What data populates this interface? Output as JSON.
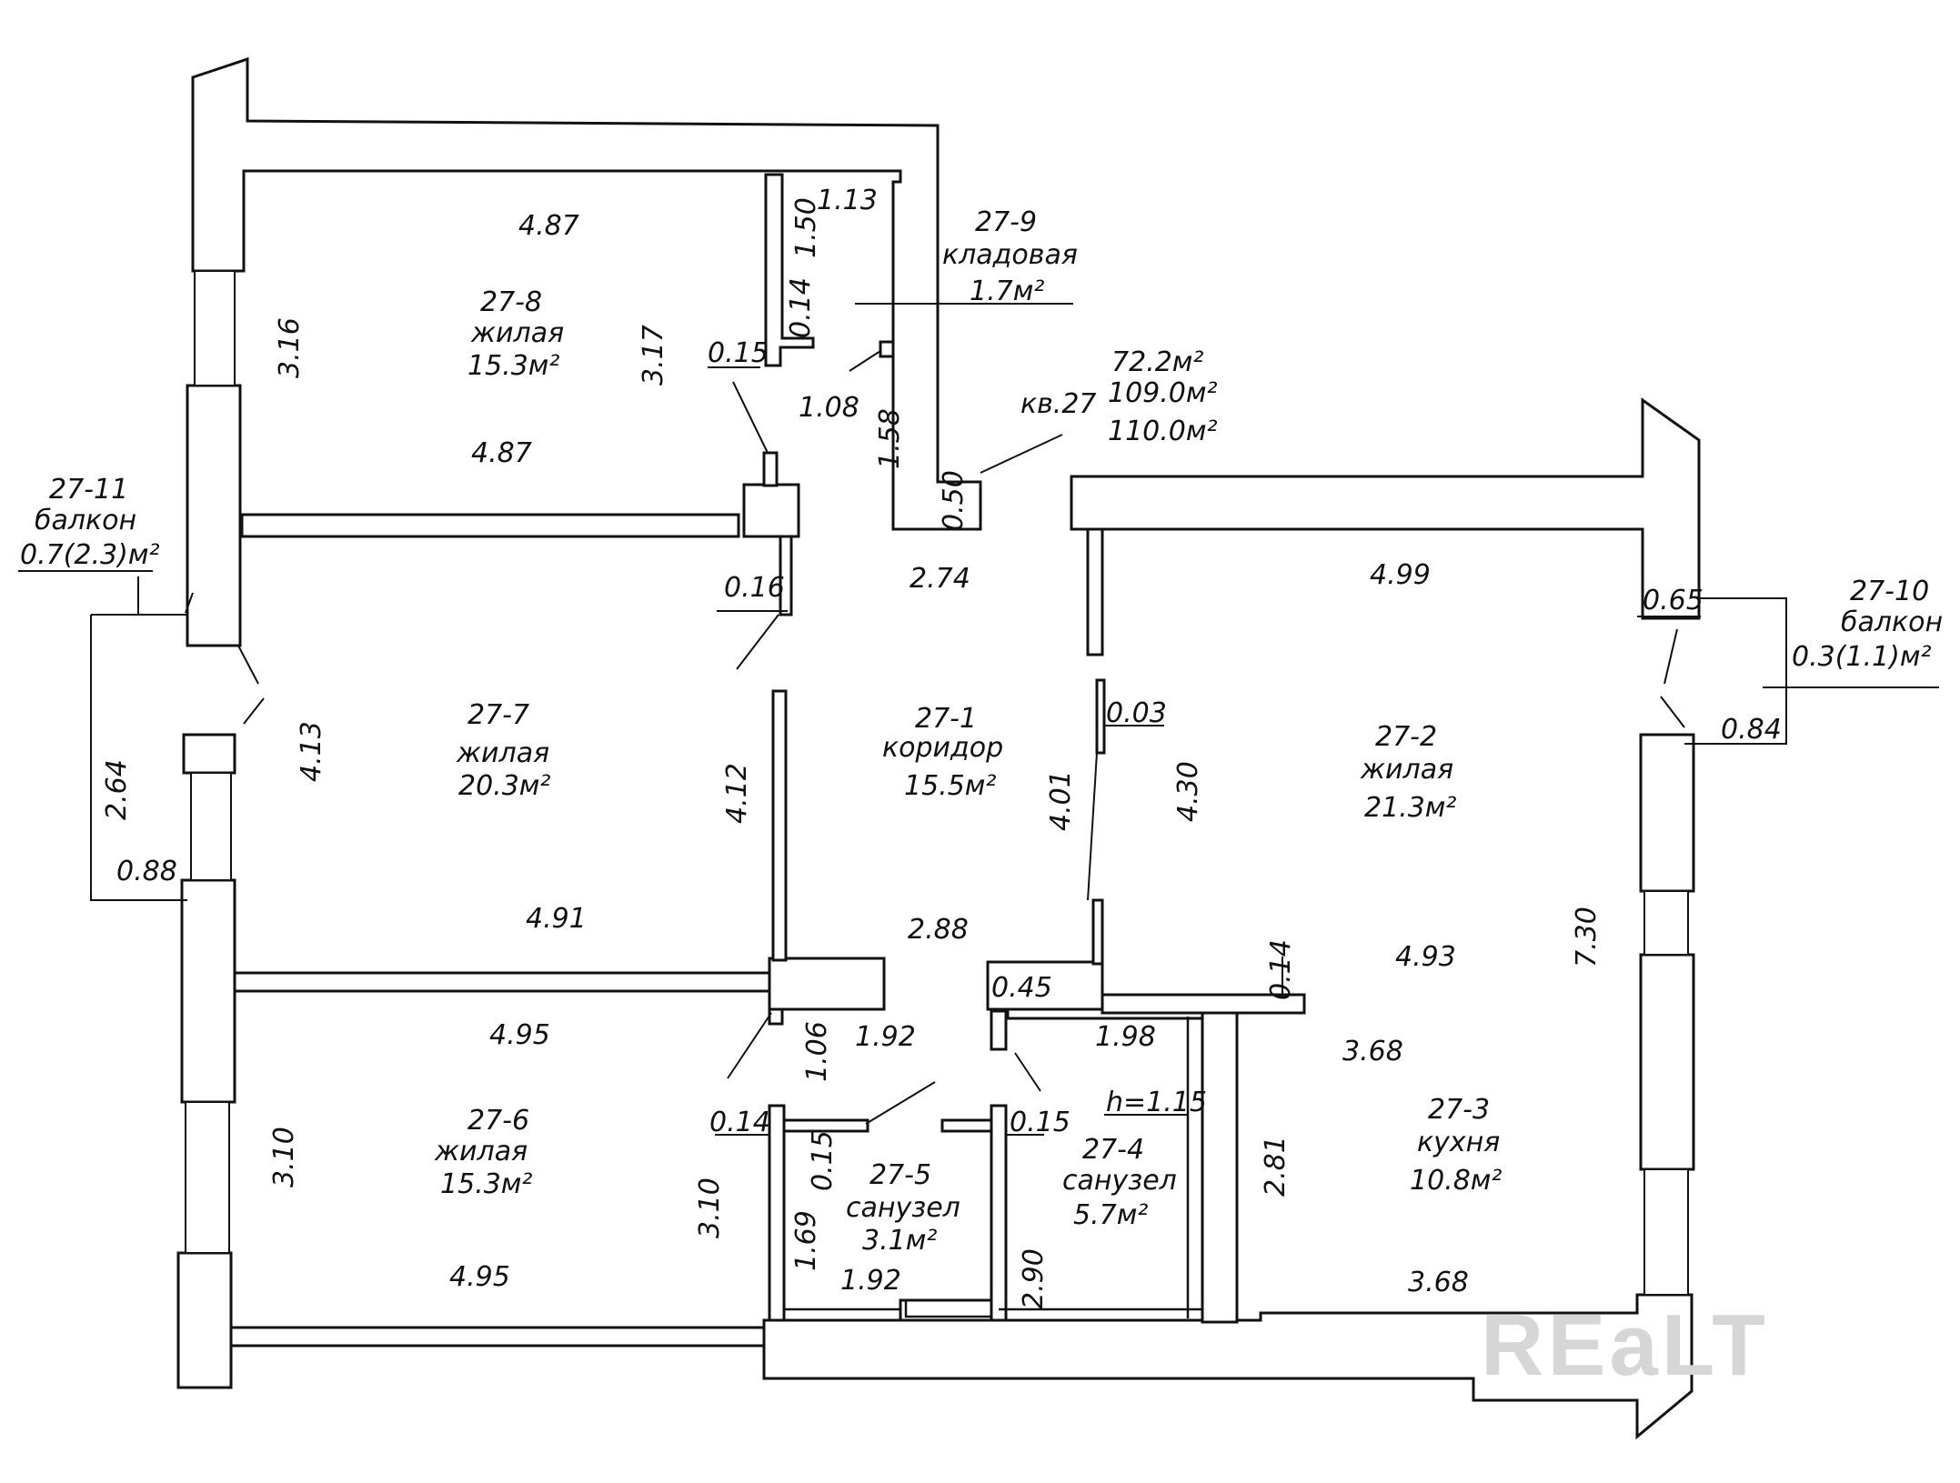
{
  "apartment": {
    "label": "кв.27",
    "area_living": "72.2м²",
    "area_total": "109.0м²",
    "area_full": "110.0м²"
  },
  "rooms": [
    {
      "id": "27-1",
      "name": "коридор",
      "area": "15.5м²"
    },
    {
      "id": "27-2",
      "name": "жилая",
      "area": "21.3м²"
    },
    {
      "id": "27-3",
      "name": "кухня",
      "area": "10.8м²"
    },
    {
      "id": "27-4",
      "name": "санузел",
      "area": "5.7м²"
    },
    {
      "id": "27-5",
      "name": "санузел",
      "area": "3.1м²"
    },
    {
      "id": "27-6",
      "name": "жилая",
      "area": "15.3м²"
    },
    {
      "id": "27-7",
      "name": "жилая",
      "area": "20.3м²"
    },
    {
      "id": "27-8",
      "name": "жилая",
      "area": "15.3м²"
    },
    {
      "id": "27-9",
      "name": "кладовая",
      "area": "1.7м²"
    },
    {
      "id": "27-10",
      "name": "балкон",
      "area": "0.3(1.1)м²"
    },
    {
      "id": "27-11",
      "name": "балкон",
      "area": "0.7(2.3)м²"
    }
  ],
  "dimensions": {
    "r8_top": "4.87",
    "r8_bottom": "4.87",
    "r8_left": "3.16",
    "r8_right": "3.17",
    "closet_top": "1.13",
    "closet_side": "1.50",
    "closet_wall": "0.14",
    "closet_gap": "0.15",
    "closet_bottom": "1.08",
    "corr_top_side": "1.58",
    "corr_door": "0.50",
    "r7_left": "4.13",
    "r7_right": "4.12",
    "r7_bottom": "4.91",
    "r7_wall": "0.16",
    "bal11_h": "2.64",
    "bal11_w": "0.88",
    "corr_top": "2.74",
    "corr_bottom": "2.88",
    "corr_height": "4.01",
    "corr_gap": "0.03",
    "corr_wall": "0.45",
    "r2_top": "4.99",
    "r2_left": "4.30",
    "r2_bottom": "4.93",
    "r2_right": "7.30",
    "r2_wall": "0.14",
    "r2_win": "0.65",
    "bal10_w": "0.84",
    "r6_top": "4.95",
    "r6_bottom": "4.95",
    "r6_left": "3.10",
    "r6_right": "3.10",
    "r5_wall_a": "0.14",
    "r5_wall_b": "0.15",
    "r5_door_h": "1.06",
    "r5_top": "1.92",
    "r5_side": "1.69",
    "r5_bottom": "1.92",
    "r4_door": "0.15",
    "r4_top": "1.98",
    "r4_side": "2.90",
    "r4_h": "h=1.15",
    "kitchen_top": "3.68",
    "kitchen_bottom": "3.68",
    "kitchen_left": "2.81"
  },
  "watermark": "REaLT"
}
